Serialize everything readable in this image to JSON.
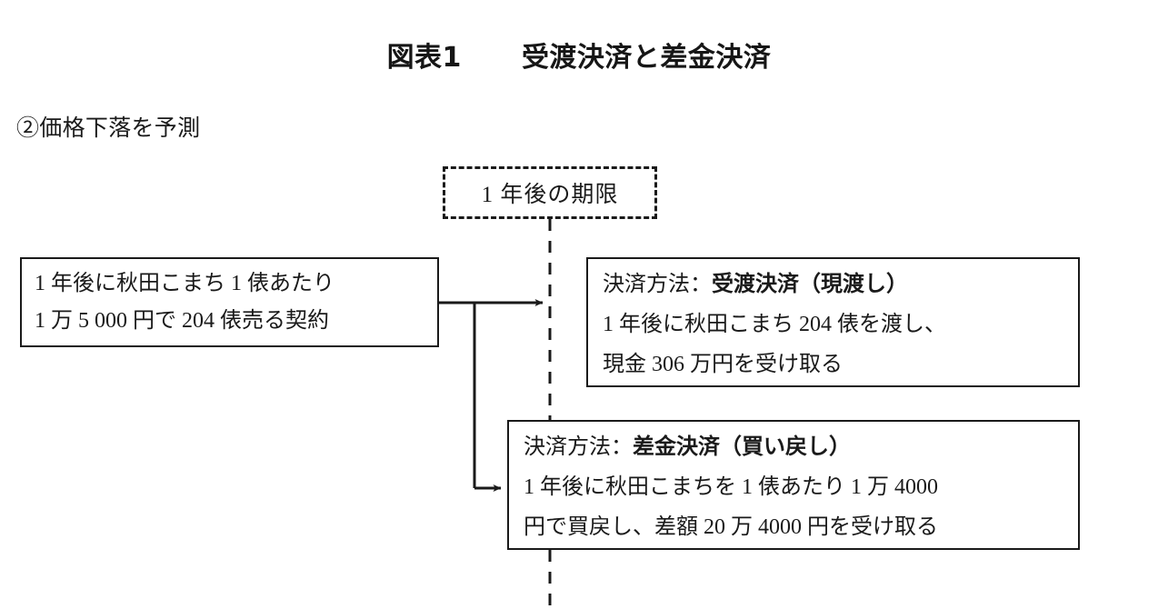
{
  "figure": {
    "title_label": "図表1",
    "title_main": "受渡決済と差金決済",
    "subtitle": "②価格下落を予測"
  },
  "deadline_box": {
    "label": "1 年後の期限",
    "style": "dashed"
  },
  "contract_box": {
    "line1": "1 年後に秋田こまち 1 俵あたり",
    "line2": "1 万 5 000 円で 204 俵売る契約"
  },
  "delivery_box": {
    "heading_prefix": "決済方法：",
    "heading_emphasis": "受渡決済（現渡し）",
    "line2": "1 年後に秋田こまち 204 俵を渡し、",
    "line3": "現金 306 万円を受け取る"
  },
  "cash_box": {
    "heading_prefix": "決済方法：",
    "heading_emphasis": "差金決済（買い戻し）",
    "line2": "1 年後に秋田こまちを 1 俵あたり 1 万 4000",
    "line3": "円で買戻し、差額 20 万 4000 円を受け取る"
  },
  "colors": {
    "ink": "#1a1a1a",
    "background": "#ffffff"
  }
}
